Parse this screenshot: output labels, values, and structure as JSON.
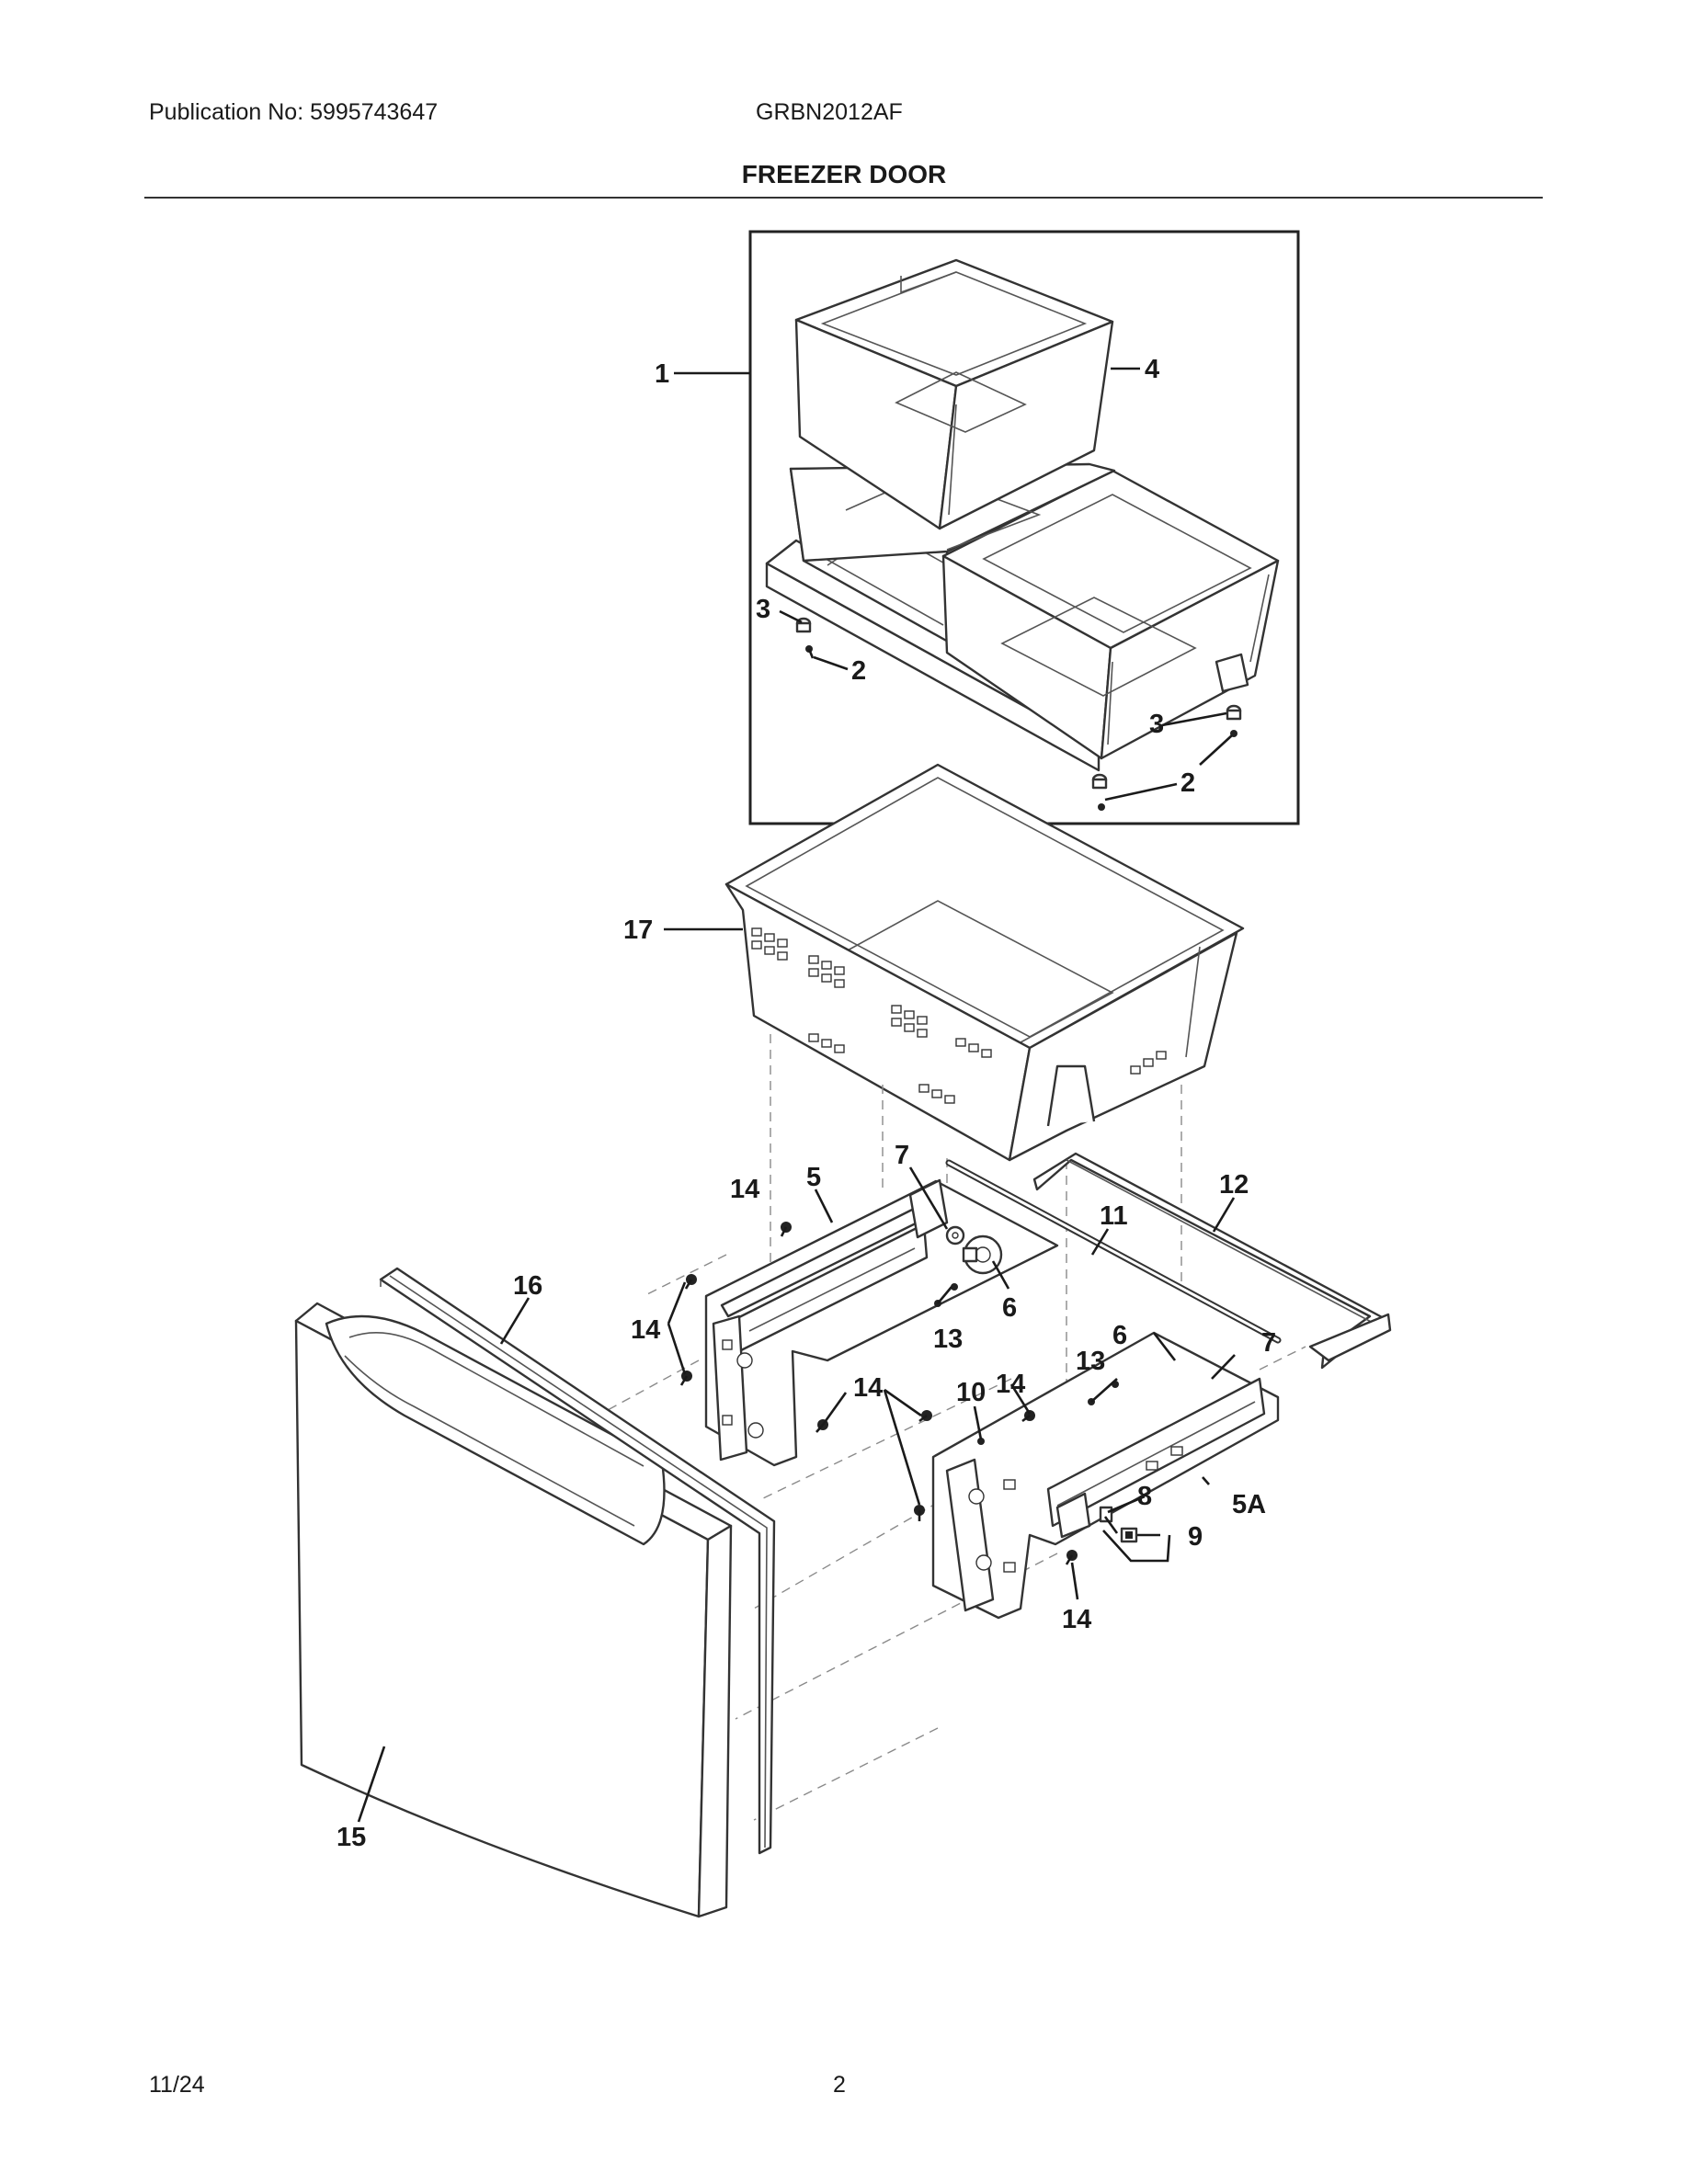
{
  "header": {
    "publication": "Publication No: 5995743647",
    "model": "GRBN2012AF",
    "title": "FREEZER DOOR"
  },
  "footer": {
    "date": "11/24",
    "page": "2"
  },
  "callouts": {
    "c1": "1",
    "c2a": "2",
    "c2b": "2",
    "c3a": "3",
    "c3b": "3",
    "c4": "4",
    "c5": "5",
    "c5a": "5A",
    "c6a": "6",
    "c6b": "6",
    "c7a": "7",
    "c7b": "7",
    "c8": "8",
    "c9": "9",
    "c10": "10",
    "c11": "11",
    "c12": "12",
    "c13a": "13",
    "c13b": "13",
    "c14a": "14",
    "c14b": "14",
    "c14c": "14",
    "c14d": "14",
    "c14e": "14",
    "c15": "15",
    "c16": "16",
    "c17": "17"
  }
}
